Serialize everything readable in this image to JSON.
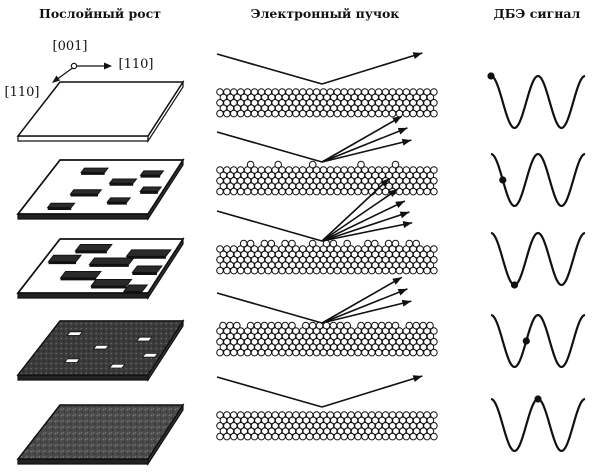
{
  "columns": {
    "growth_title": "Послойный рост",
    "beam_title": "Электронный пучок",
    "signal_title": "ДБЭ сигнал"
  },
  "directions": {
    "vertical": "[001]",
    "horizontal": "[110]",
    "diagonal": "[110]"
  },
  "stages": [
    {
      "coverage": 0.0,
      "signal_phase": 0.0,
      "reflected_rays": 1
    },
    {
      "coverage": 0.25,
      "signal_phase": 0.25,
      "reflected_rays": 3
    },
    {
      "coverage": 0.5,
      "signal_phase": 0.5,
      "reflected_rays": 5
    },
    {
      "coverage": 0.75,
      "signal_phase": 0.75,
      "reflected_rays": 3
    },
    {
      "coverage": 1.0,
      "signal_phase": 1.0,
      "reflected_rays": 1
    }
  ],
  "colors": {
    "ink": "#111111",
    "paper": "#ffffff"
  }
}
